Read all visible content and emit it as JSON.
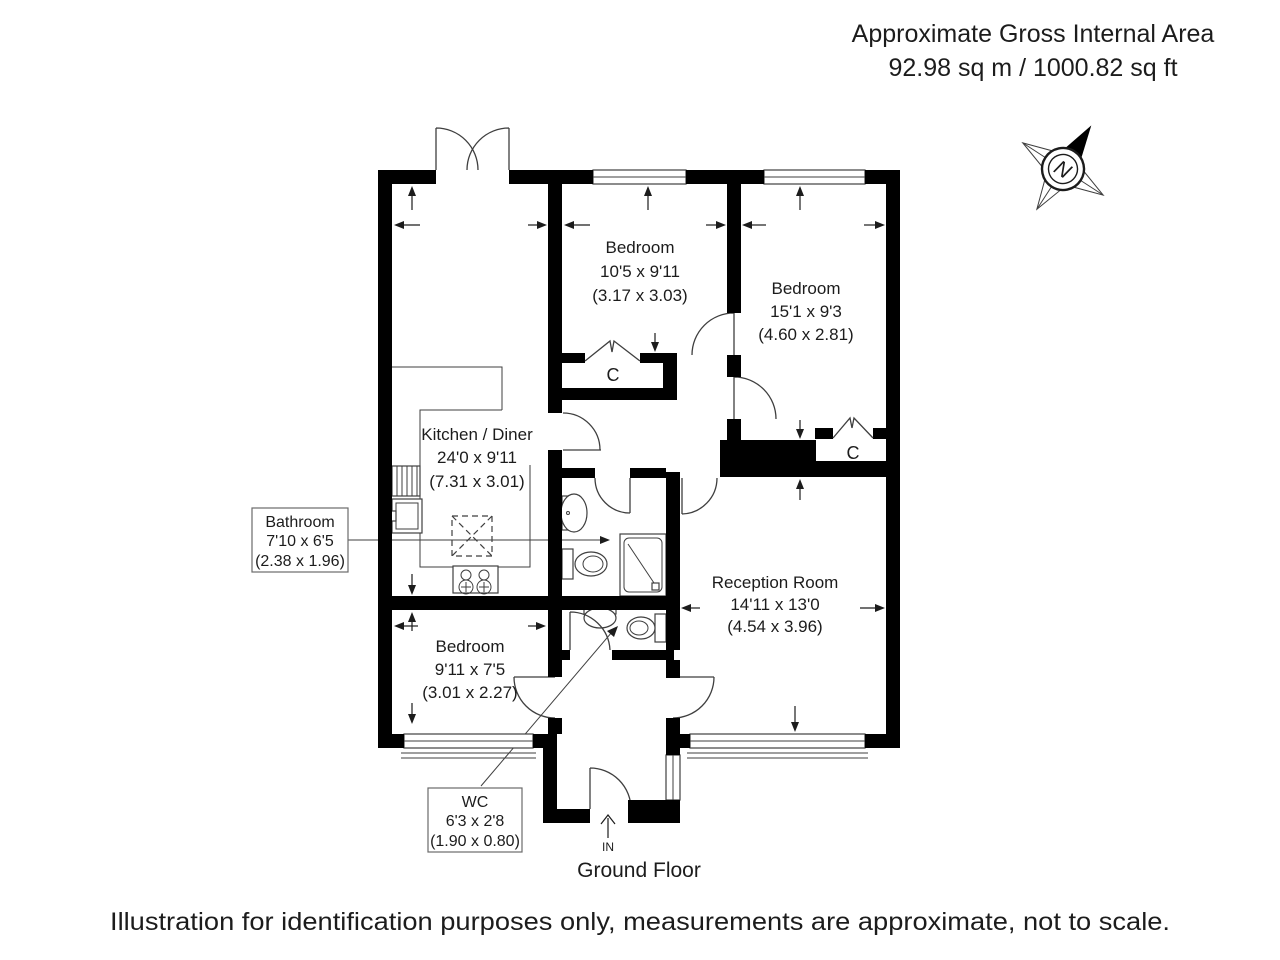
{
  "header": {
    "title": "Approximate Gross Internal Area",
    "area": "92.98 sq m / 1000.82 sq ft"
  },
  "compass": {
    "label": "N"
  },
  "rooms": [
    {
      "name": "Bedroom",
      "imperial": "10'5 x 9'11",
      "metric": "(3.17 x 3.03)"
    },
    {
      "name": "Bedroom",
      "imperial": "15'1 x 9'3",
      "metric": "(4.60 x 2.81)"
    },
    {
      "name": "Kitchen / Diner",
      "imperial": "24'0 x 9'11",
      "metric": "(7.31 x 3.01)"
    },
    {
      "name": "Reception Room",
      "imperial": "14'11 x 13'0",
      "metric": "(4.54 x 3.96)"
    },
    {
      "name": "Bedroom",
      "imperial": "9'11 x 7'5",
      "metric": "(3.01 x 2.27)"
    },
    {
      "name": "Bathroom",
      "imperial": "7'10 x 6'5",
      "metric": "(2.38 x 1.96)"
    },
    {
      "name": "WC",
      "imperial": "6'3 x 2'8",
      "metric": "(1.90 x 0.80)"
    }
  ],
  "closet_label": "C",
  "floor": {
    "name": "Ground Floor",
    "entrance_label": "IN"
  },
  "footer": {
    "disclaimer": "Illustration for identification purposes only, measurements are approximate, not to scale."
  },
  "colors": {
    "wall": "#000000",
    "line": "#3f3f3f",
    "text": "#1c1c1c"
  }
}
